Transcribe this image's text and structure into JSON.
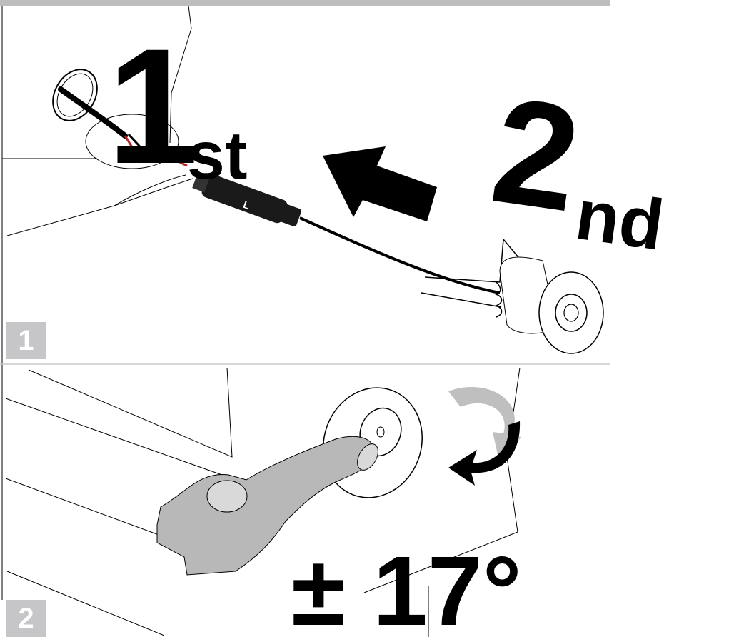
{
  "steps": [
    {
      "number": "1",
      "order_first_num": "1",
      "order_first_suffix": "st",
      "order_second_num": "2",
      "order_second_suffix": "nd",
      "connector_marking": "L"
    },
    {
      "number": "2",
      "angle_label": "± 17°"
    }
  ],
  "colors": {
    "badge": "#c6c6c8",
    "frame_top": "#bdbdbd",
    "line": "#000000",
    "finger": "#b8b8b8",
    "arrow_light": "#bfbfbf",
    "arrow_dark": "#000000"
  }
}
